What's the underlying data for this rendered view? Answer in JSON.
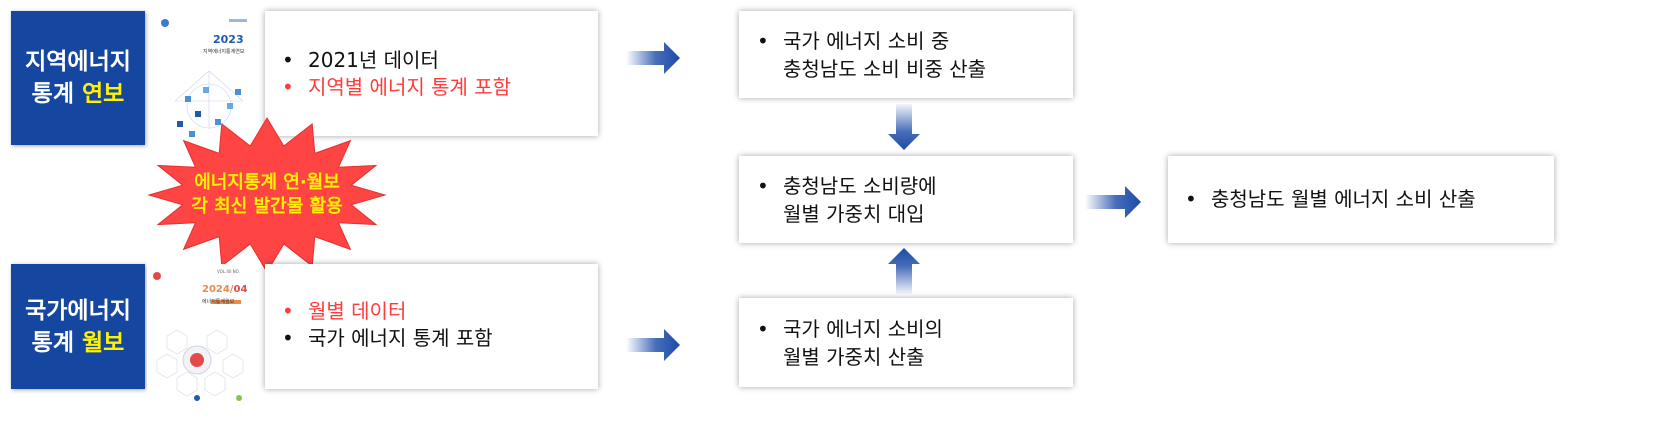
{
  "annual": {
    "title_line1": "지역에너지",
    "title_line2_prefix": "통계 ",
    "title_line2_highlight": "연보",
    "cover_year": "2023",
    "cover_title": "지역에너지통계연보",
    "bullets": [
      "2021년 데이터",
      "지역별 에너지 통계 포함"
    ]
  },
  "monthly": {
    "title_line1": "국가에너지",
    "title_line2_prefix": "통계 ",
    "title_line2_highlight": "월보",
    "cover_vol": "VOL.40 NO.",
    "cover_year": "2024/",
    "cover_month": "04",
    "cover_title": "에너지통계월보",
    "bullets": [
      "월별 데이터",
      "국가 에너지 통계 포함"
    ]
  },
  "starburst": {
    "line1": "에너지통계 연·월보",
    "line2": "각 최신 발간물 활용"
  },
  "steps": {
    "top_line1": "국가 에너지 소비 중",
    "top_line2": "충청남도 소비 비중 산출",
    "middle_line1": "충청남도 소비량에",
    "middle_line2": "월별 가중치 대입",
    "bottom_line1": "국가 에너지 소비의",
    "bottom_line2": "월별 가중치 산출",
    "result": "충청남도 월별 에너지 소비 산출",
    "bullet": "•"
  },
  "colors": {
    "title_bg": "#1546a0",
    "highlight": "#fff200",
    "red_text": "#ff3b3b",
    "star": "#ff4444",
    "arrow": "#1a4aa8"
  }
}
